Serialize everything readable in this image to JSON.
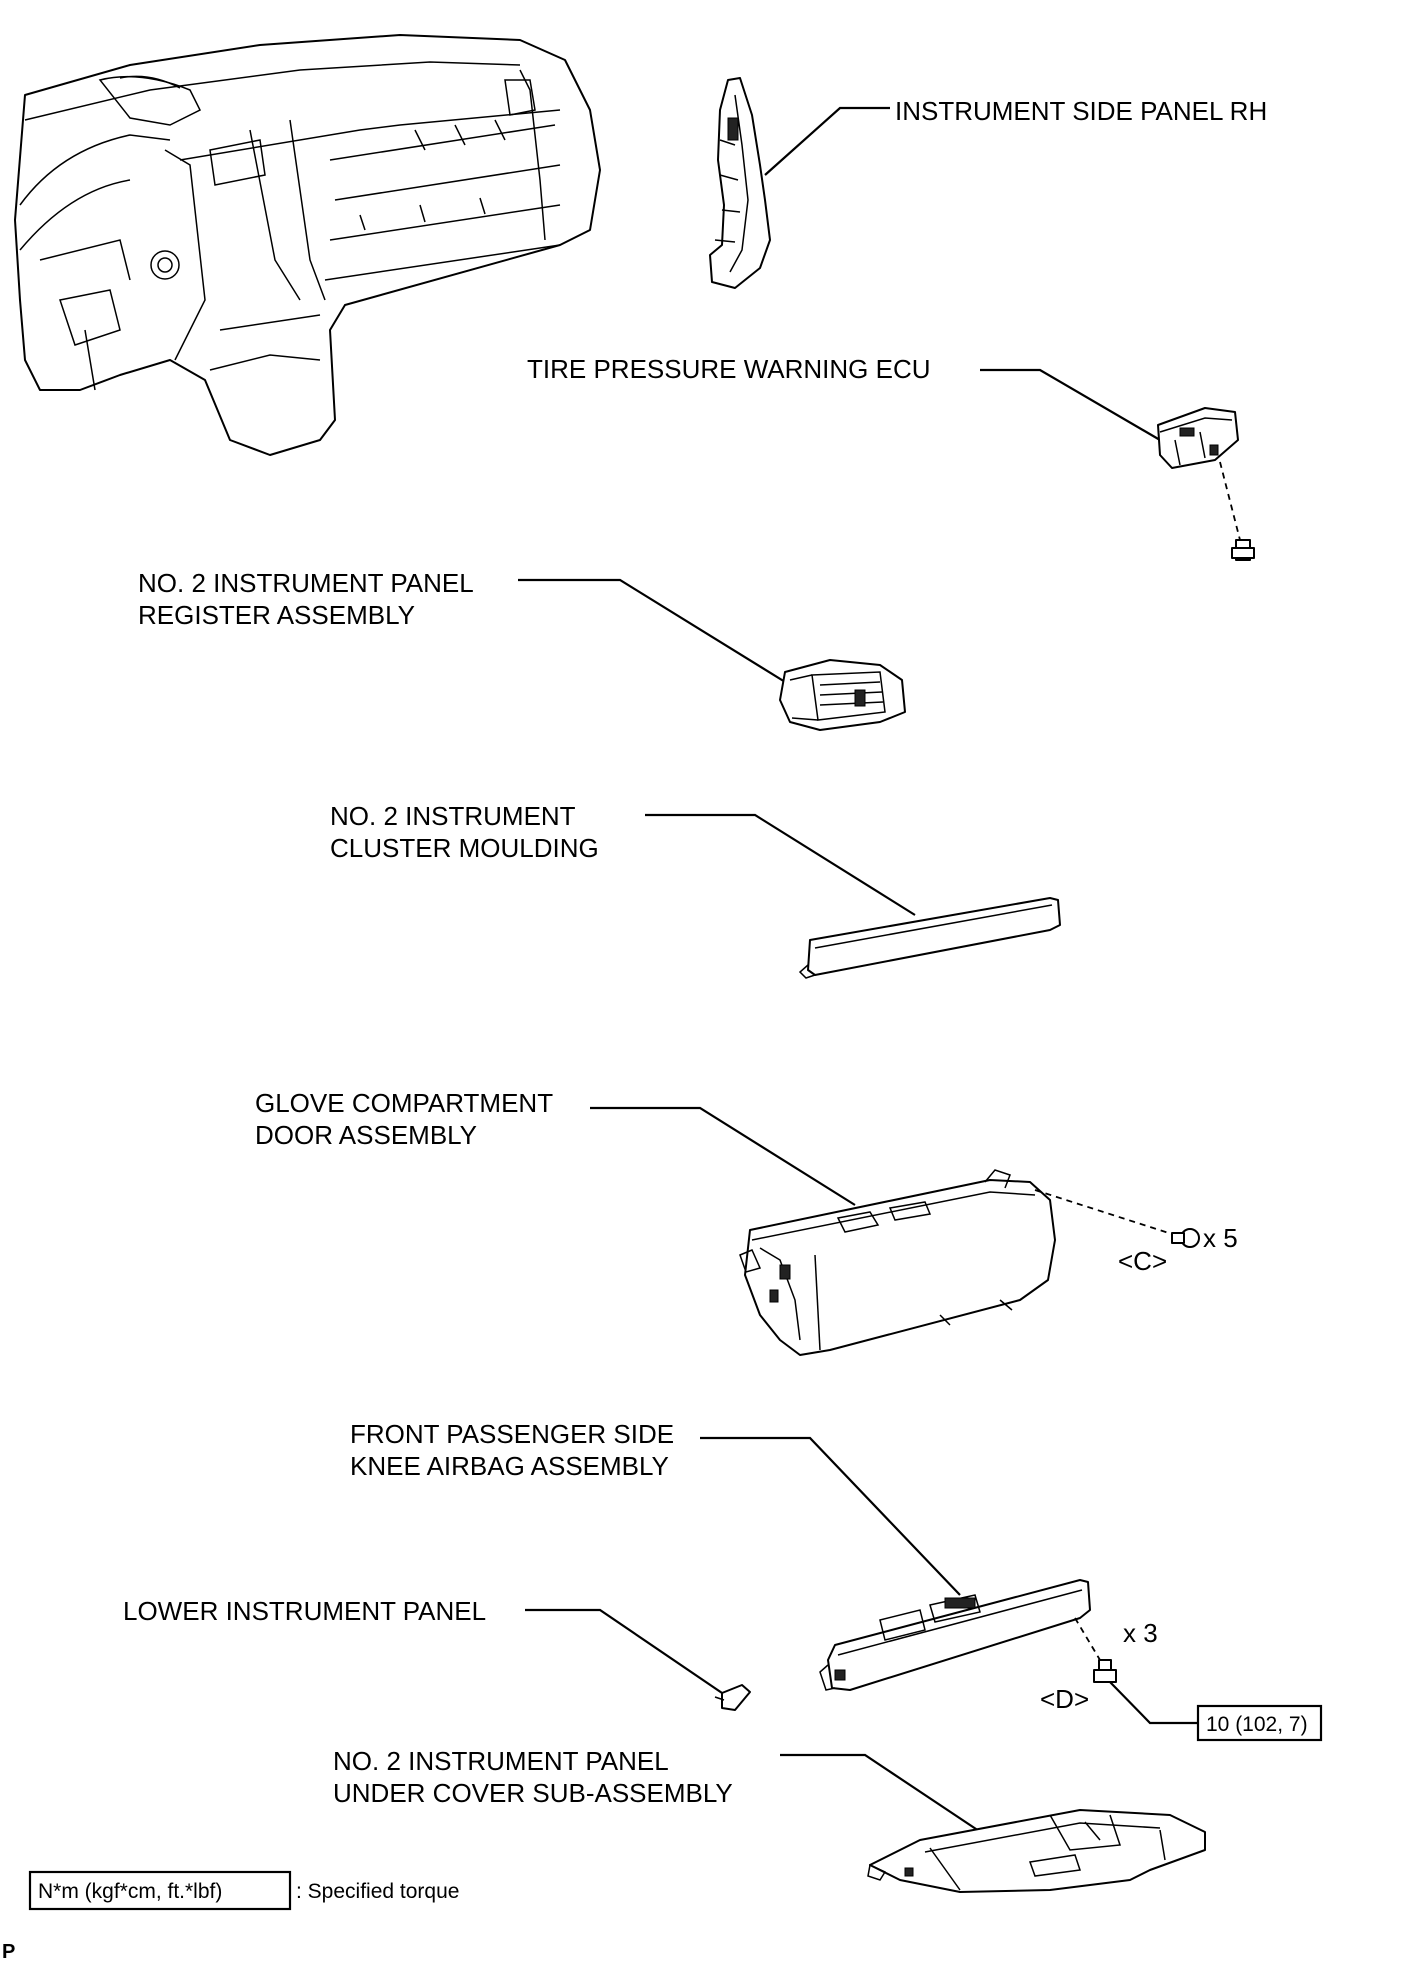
{
  "labels": {
    "side_panel": "INSTRUMENT SIDE PANEL RH",
    "tpw_ecu": "TIRE PRESSURE WARNING ECU",
    "register_1": "NO. 2 INSTRUMENT PANEL",
    "register_2": "REGISTER ASSEMBLY",
    "moulding_1": "NO. 2 INSTRUMENT",
    "moulding_2": "CLUSTER MOULDING",
    "glove_1": "GLOVE COMPARTMENT",
    "glove_2": "DOOR ASSEMBLY",
    "knee_1": "FRONT PASSENGER SIDE",
    "knee_2": "KNEE AIRBAG ASSEMBLY",
    "lower_panel": "LOWER INSTRUMENT PANEL",
    "under_1": "NO. 2 INSTRUMENT PANEL",
    "under_2": "UNDER COVER SUB-ASSEMBLY"
  },
  "fasteners": {
    "c_ref": "<C>",
    "c_qty": "x 5",
    "d_ref": "<D>",
    "d_qty": "x 3"
  },
  "torque": {
    "value": "10 (102, 7)",
    "legend_box": "N*m (kgf*cm, ft.*lbf)",
    "legend_text": ": Specified torque"
  },
  "corner_mark": "P"
}
